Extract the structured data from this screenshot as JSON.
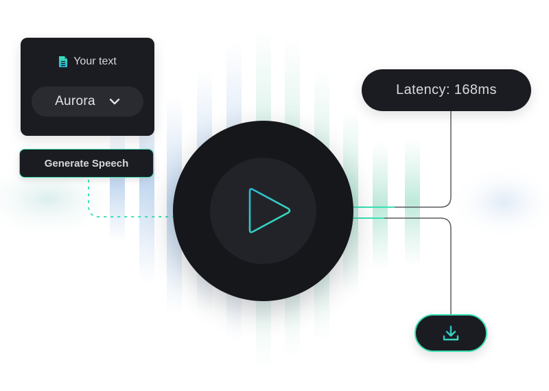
{
  "input_card": {
    "title": "Your text",
    "voice": "Aurora",
    "doc_icon": "document-icon",
    "dropdown_icon": "chevron-down-icon"
  },
  "generate_button": {
    "label": "Generate Speech"
  },
  "latency_pill": {
    "text": "Latency: 168ms"
  },
  "player": {
    "icon": "play-icon"
  },
  "download": {
    "icon": "download-icon"
  },
  "colors": {
    "accent": "#3be0b4",
    "accent_secondary": "#2ab8d8",
    "panel": "#1b1c21",
    "connector": "#5a5b60"
  }
}
